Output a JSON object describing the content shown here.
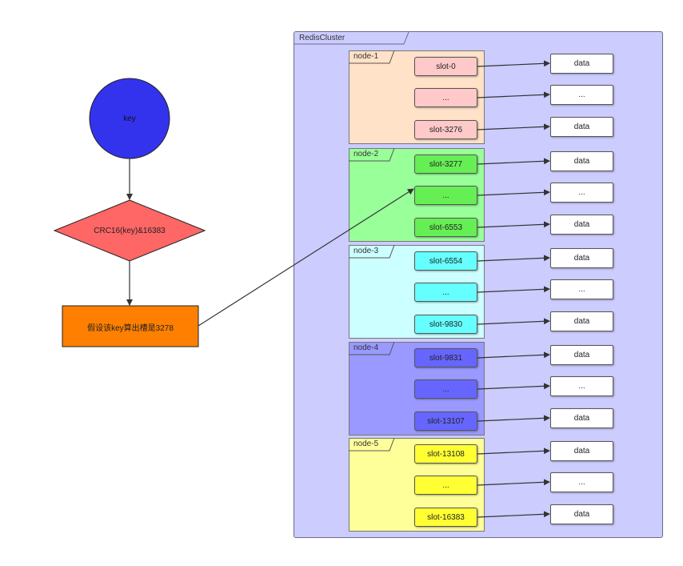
{
  "flow": {
    "key_label": "key",
    "hash_label": "CRC16(key)&16383",
    "result_label": "假设该key算出槽是3278"
  },
  "cluster": {
    "title": "RedisCluster",
    "nodes": [
      {
        "name": "node-1",
        "color": "#ffe2c8",
        "slot_color": "#ffc9c9",
        "slots": [
          "slot-0",
          "...",
          "slot-3276"
        ]
      },
      {
        "name": "node-2",
        "color": "#99ff99",
        "slot_color": "#66ee55",
        "slots": [
          "slot-3277",
          "...",
          "slot-6553"
        ]
      },
      {
        "name": "node-3",
        "color": "#ccffff",
        "slot_color": "#66ffff",
        "slots": [
          "slot-6554",
          "...",
          "slot-9830"
        ]
      },
      {
        "name": "node-4",
        "color": "#9999ff",
        "slot_color": "#6666ff",
        "slots": [
          "slot-9831",
          "...",
          "slot-13107"
        ]
      },
      {
        "name": "node-5",
        "color": "#ffff99",
        "slot_color": "#ffff33",
        "slots": [
          "slot-13108",
          "...",
          "slot-16383"
        ]
      }
    ],
    "data_labels": [
      "data",
      "...",
      "data"
    ]
  },
  "colors": {
    "key_circle": "#3333ee",
    "hash_diamond": "#ff6666",
    "result_box": "#ff7f00",
    "cluster_bg": "#ccccff"
  }
}
